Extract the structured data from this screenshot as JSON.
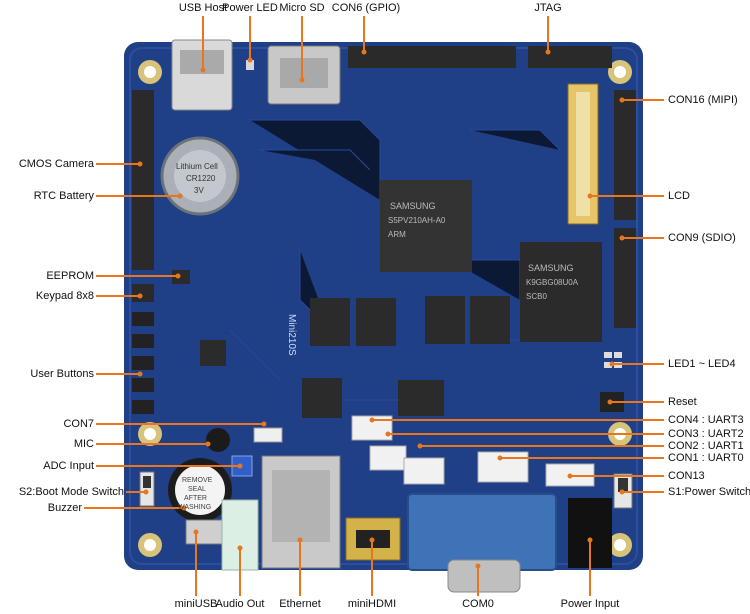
{
  "image": {
    "subject": "Mini210S development board with labeled connectors"
  },
  "board": {
    "silkscreen_model": "Mini210S",
    "cpu_text": [
      "SAMSUNG",
      "S5PV210AH-A0",
      "ARM"
    ],
    "nand_text": [
      "SAMSUNG",
      "K9GBG08U0A",
      "SCB0"
    ],
    "battery_text": [
      "Lithium Cell",
      "CR1220",
      "3V"
    ],
    "sticker_text": [
      "REMOVE",
      "SEAL",
      "AFTER",
      "WASHING"
    ]
  },
  "labels": {
    "usb_host": "USB Host",
    "power_led": "Power LED",
    "micro_sd": "Micro SD",
    "con6": "CON6 (GPIO)",
    "jtag": "JTAG",
    "con16": "CON16 (MIPI)",
    "cmos_camera": "CMOS Camera",
    "rtc_battery": "RTC Battery",
    "lcd": "LCD",
    "con9": "CON9 (SDIO)",
    "eeprom": "EEPROM",
    "keypad": "Keypad 8x8",
    "user_buttons": "User Buttons",
    "led": "LED1 ~ LED4",
    "reset": "Reset",
    "con7": "CON7",
    "con4": "CON4 : UART3",
    "mic": "MIC",
    "con3": "CON3 : UART2",
    "con2": "CON2 : UART1",
    "adc": "ADC Input",
    "con1": "CON1 : UART0",
    "con13": "CON13",
    "s2": "S2:Boot Mode Switch",
    "s1": "S1:Power Switch",
    "buzzer": "Buzzer",
    "miniusb": "miniUSB",
    "audio_out": "Audio Out",
    "ethernet": "Ethernet",
    "minihdmi": "miniHDMI",
    "com0": "COM0",
    "power_input": "Power Input"
  },
  "colors": {
    "pcb": "#1f3f86",
    "pcb_dark": "#172f66",
    "leader": "#e8761e",
    "chip": "#2b2b2b",
    "gold": "#c9a23a",
    "db9": "#3f73b8"
  }
}
